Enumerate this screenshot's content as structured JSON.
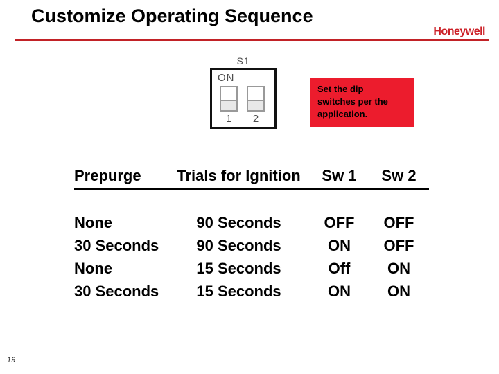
{
  "slide": {
    "title": "Customize Operating Sequence",
    "logo_text": "Honeywell",
    "page_number": "19"
  },
  "dip_switch": {
    "label": "S1",
    "on_label": "ON",
    "switch_labels": [
      "1",
      "2"
    ]
  },
  "callout": {
    "text": "Set the dip switches per the application.",
    "lines": [
      "Set the dip",
      "switches per the",
      "application."
    ]
  },
  "table": {
    "headers": [
      "Prepurge",
      "Trials for Ignition",
      "Sw 1",
      "Sw 2"
    ],
    "rows": [
      [
        "None",
        "90 Seconds",
        "OFF",
        "OFF"
      ],
      [
        "30 Seconds",
        "90 Seconds",
        "ON",
        "OFF"
      ],
      [
        "None",
        "15 Seconds",
        "Off",
        "ON"
      ],
      [
        "30 Seconds",
        "15 Seconds",
        "ON",
        "ON"
      ]
    ]
  },
  "colors": {
    "rule_red": "#c22227",
    "logo_red": "#cc2027",
    "callout_red": "#ec1c2d",
    "text_black": "#000000",
    "figure_gray": "#4d4d4d"
  }
}
